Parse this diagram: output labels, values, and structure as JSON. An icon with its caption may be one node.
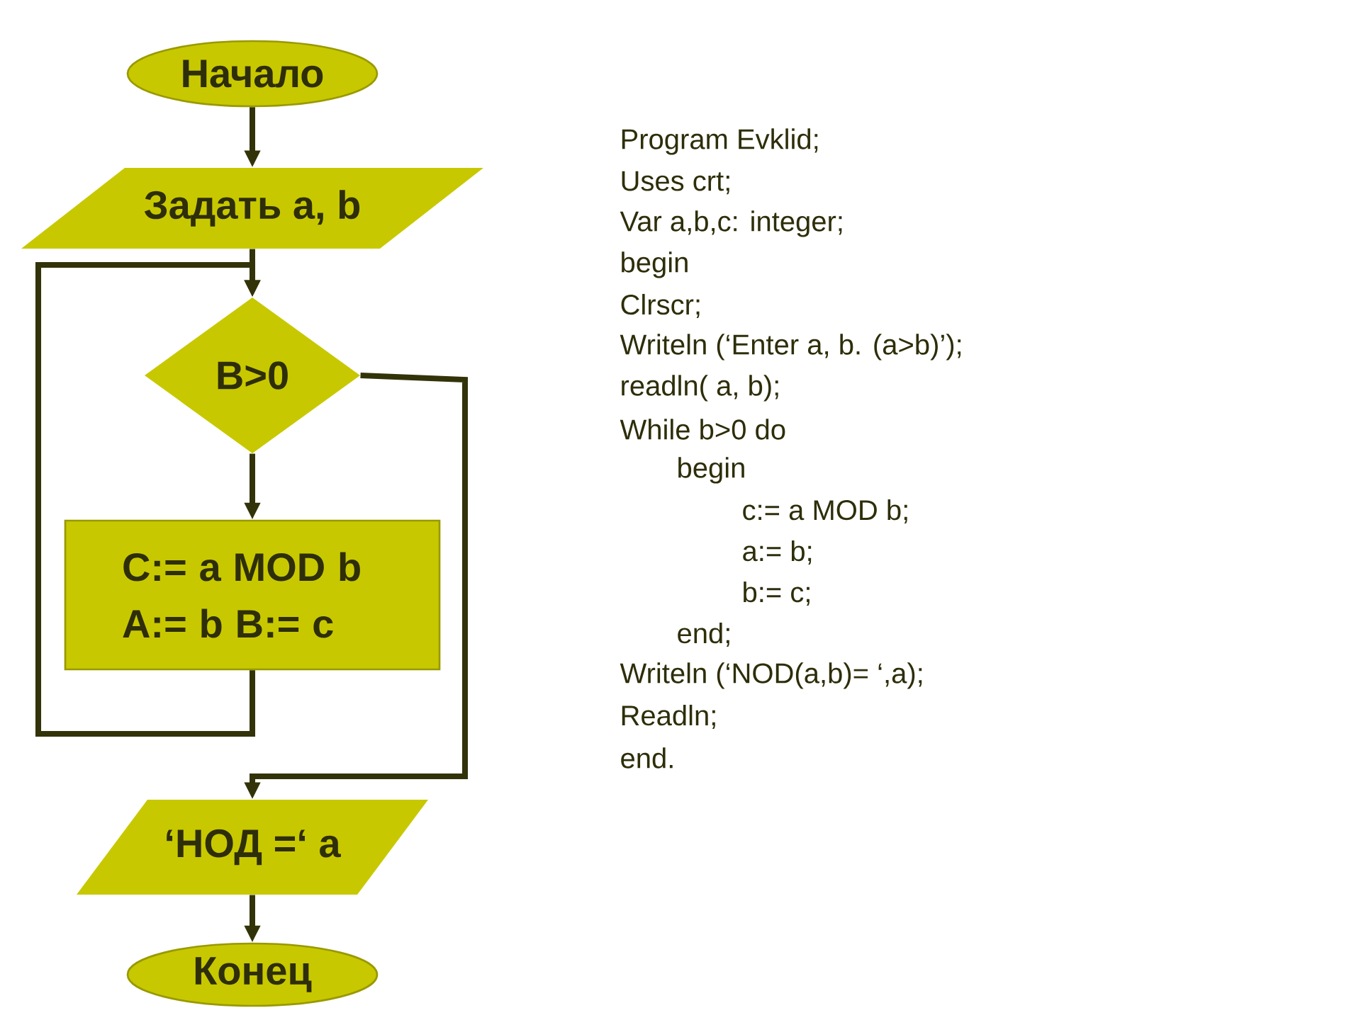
{
  "diagram": {
    "nodes": [
      {
        "text": [
          "Начало"
        ]
      },
      {
        "text": [
          "Задать a, b"
        ]
      },
      {
        "text": [
          "B>0"
        ]
      },
      {
        "text": [
          "C:= a MOD b A:= b B:= c"
        ]
      },
      {
        "text": [
          "‘НОД =‘ a"
        ]
      },
      {
        "text": [
          "Конец"
        ]
      }
    ],
    "edges": [
      {
        "from": 0,
        "to": 1,
        "arrow": "to"
      },
      {
        "from": 1,
        "to": 2,
        "arrow": "to"
      },
      {
        "from": 2,
        "to": 3,
        "arrow": "to"
      },
      {
        "from": 3,
        "to": 2,
        "arrow": "to"
      },
      {
        "from": 2,
        "to": 4,
        "arrow": "to"
      },
      {
        "from": 4,
        "to": 5,
        "arrow": "to"
      }
    ],
    "labels": [
      "Program Evklid;",
      "Uses crt;",
      "Var a,b,c: integer;",
      "begin",
      "Clrscr;",
      "Writeln (‘Enter a, b. (a>b)’);",
      "readln( a, b);",
      "While b>0 do",
      "begin",
      "c:= a MOD b;",
      "a:= b;",
      "b:= c;",
      "end;",
      "Writeln (‘NOD(a,b)= ‘,a);",
      "Readln;",
      "end."
    ]
  }
}
